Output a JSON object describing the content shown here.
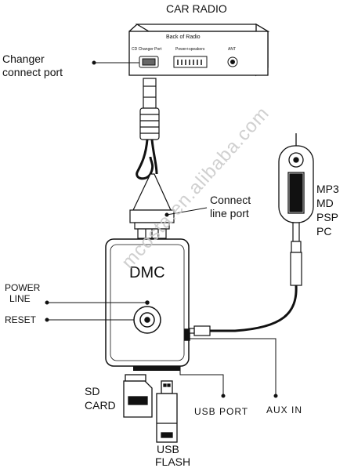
{
  "title": "CAR RADIO",
  "radio": {
    "caption": "Back of Radio",
    "port1": "CD Changer Port",
    "port2": "Power+speakers",
    "port3": "ANT"
  },
  "labels": {
    "changer_line1": "Changer",
    "changer_line2": "connect port",
    "connect_line1": "Connect",
    "connect_line2": "line port",
    "device_line1": "MP3",
    "device_line2": "MD",
    "device_line3": "PSP",
    "device_line4": "PC",
    "power_line1": "POWER",
    "power_line2": "LINE",
    "reset": "RESET",
    "dmc": "DMC",
    "sd_line1": "SD",
    "sd_line2": "CARD",
    "usb_port": "USB PORT",
    "aux_in": "AUX IN",
    "usb_flash_line1": "USB",
    "usb_flash_line2": "FLASH"
  },
  "watermark": "mcosta.en.alibaba.com",
  "colors": {
    "ink": "#111111",
    "paper": "#ffffff",
    "watermark": "#c8c8c8"
  }
}
